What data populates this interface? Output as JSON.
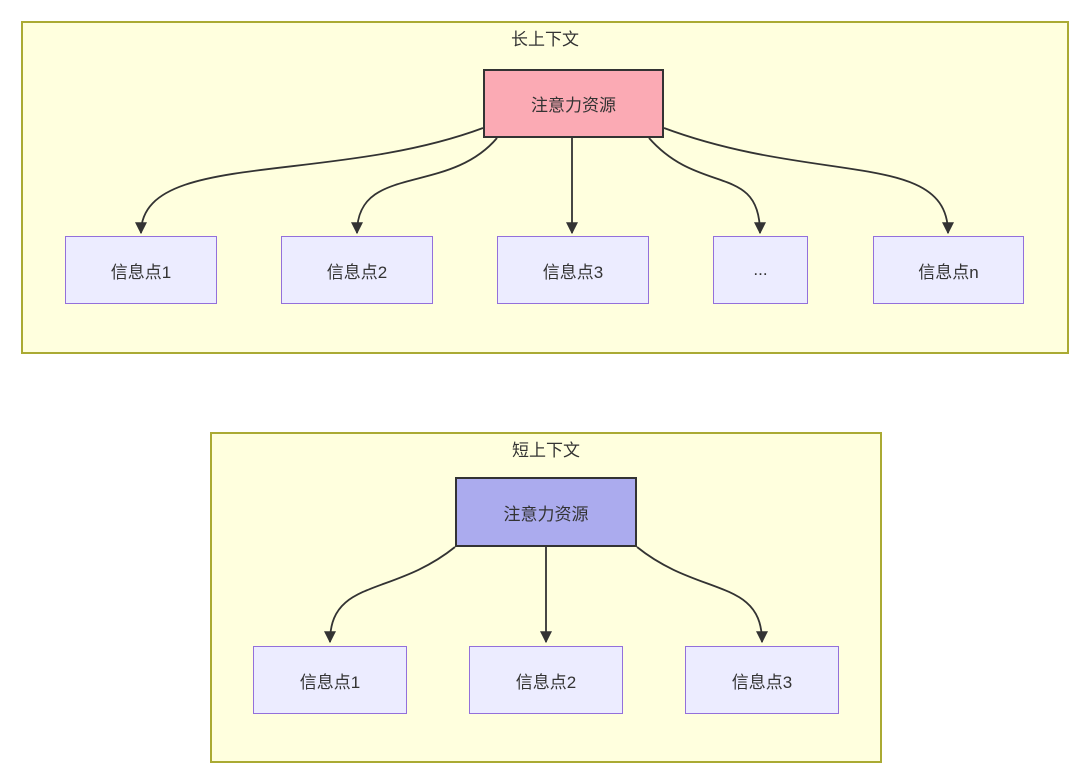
{
  "colors": {
    "page_bg": "#ffffff",
    "container_fill": "#ffffde",
    "container_border": "#aaaa33",
    "attention_long_fill": "#fbaab4",
    "attention_short_fill": "#ababee",
    "attention_border": "#333333",
    "info_fill": "#ececff",
    "info_border": "#9370db",
    "arrow": "#333333",
    "text": "#333333"
  },
  "long_context": {
    "title": "长上下文",
    "attention_label": "注意力资源",
    "info_points": [
      {
        "label": "信息点1"
      },
      {
        "label": "信息点2"
      },
      {
        "label": "信息点3"
      },
      {
        "label": "..."
      },
      {
        "label": "信息点n"
      }
    ]
  },
  "short_context": {
    "title": "短上下文",
    "attention_label": "注意力资源",
    "info_points": [
      {
        "label": "信息点1"
      },
      {
        "label": "信息点2"
      },
      {
        "label": "信息点3"
      }
    ]
  }
}
